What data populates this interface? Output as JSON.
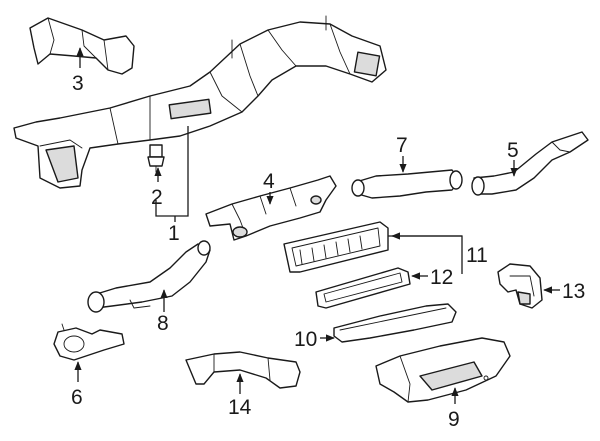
{
  "callouts": {
    "c1": "1",
    "c2": "2",
    "c3": "3",
    "c4": "4",
    "c5": "5",
    "c6": "6",
    "c7": "7",
    "c8": "8",
    "c9": "9",
    "c10": "10",
    "c11": "11",
    "c12": "12",
    "c13": "13",
    "c14": "14"
  },
  "colors": {
    "line": "#1a1a1a",
    "background": "#ffffff",
    "shade": "#dcdcdc"
  }
}
